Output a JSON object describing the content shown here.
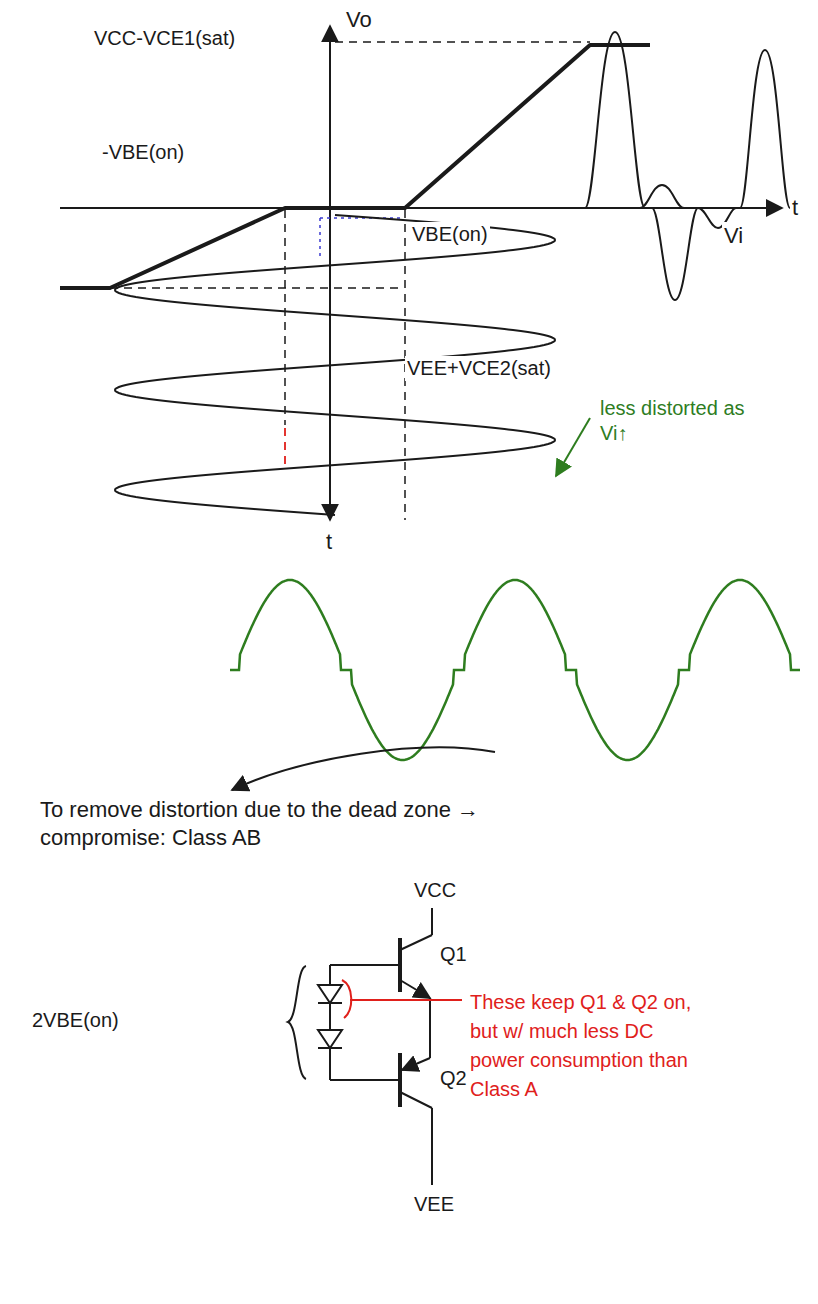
{
  "diagram": {
    "labels": [
      "Vo",
      "VCC-VCE1(sat)",
      "-VBE(on)",
      "VBE(on)",
      "VEE+VCE2(sat)",
      "Vi",
      "t",
      "t",
      "less distorted as Vi↑",
      "To remove distortion due to the dead zone → compromise: Class AB",
      "VCC",
      "Q1",
      "2VBE(on)",
      "Q2",
      "VEE",
      "These keep Q1 & Q2 on, but w/ much less DC power consumption than Class A"
    ]
  }
}
